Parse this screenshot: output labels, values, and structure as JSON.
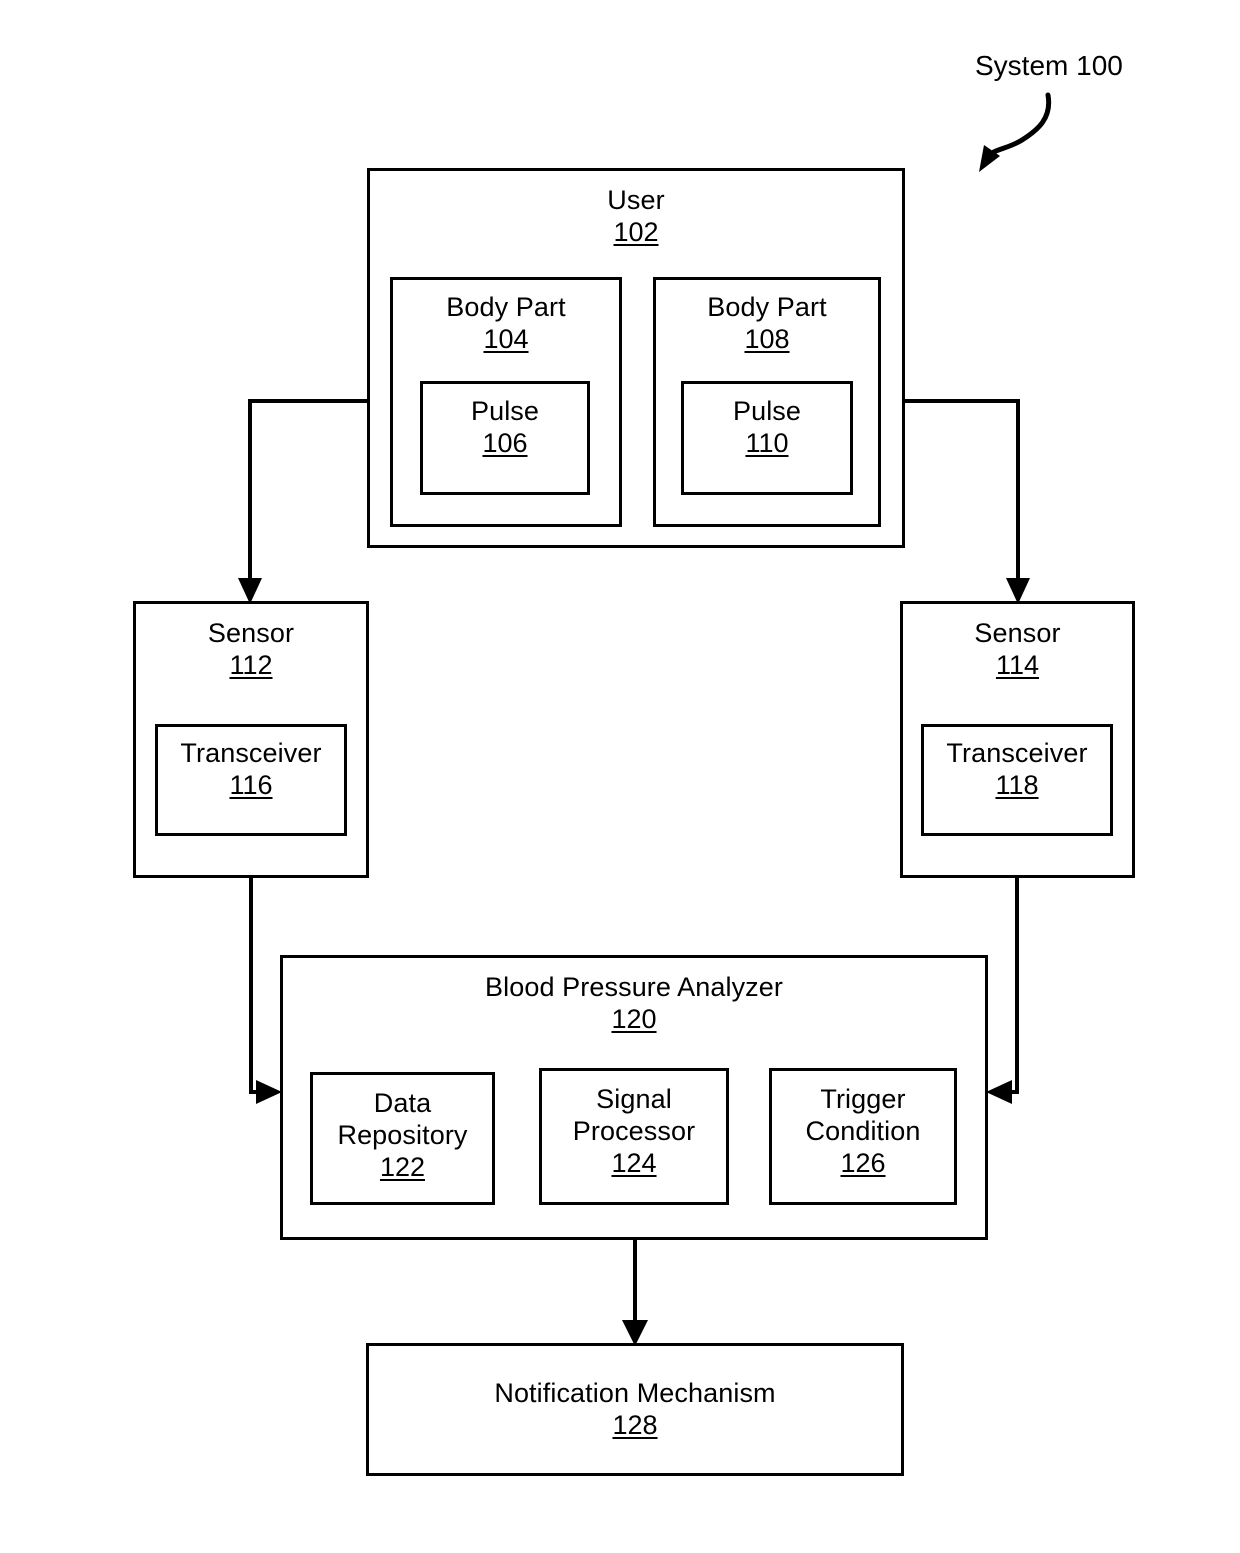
{
  "diagram": {
    "callout": {
      "label": "System 100",
      "arrow_icon": "curved-arrow-icon"
    },
    "nodes": {
      "user": {
        "title": "User",
        "number": "102"
      },
      "body_part_left": {
        "title": "Body Part",
        "number": "104"
      },
      "pulse_left": {
        "title": "Pulse",
        "number": "106"
      },
      "body_part_right": {
        "title": "Body Part",
        "number": "108"
      },
      "pulse_right": {
        "title": "Pulse",
        "number": "110"
      },
      "sensor_left": {
        "title": "Sensor",
        "number": "112"
      },
      "transceiver_left": {
        "title": "Transceiver",
        "number": "116"
      },
      "sensor_right": {
        "title": "Sensor",
        "number": "114"
      },
      "transceiver_right": {
        "title": "Transceiver",
        "number": "118"
      },
      "analyzer": {
        "title": "Blood Pressure Analyzer",
        "number": "120"
      },
      "data_repository": {
        "title": "Data\nRepository",
        "number": "122"
      },
      "signal_processor": {
        "title": "Signal\nProcessor",
        "number": "124"
      },
      "trigger_condition": {
        "title": "Trigger\nCondition",
        "number": "126"
      },
      "notification": {
        "title": "Notification Mechanism",
        "number": "128"
      }
    },
    "connectors": [
      {
        "name": "pulse-106-to-sensor-112",
        "from": "pulse_left",
        "to": "sensor_left",
        "style": "orthogonal-arrow"
      },
      {
        "name": "pulse-110-to-sensor-114",
        "from": "pulse_right",
        "to": "sensor_right",
        "style": "orthogonal-arrow"
      },
      {
        "name": "sensor-112-to-analyzer-120",
        "from": "sensor_left",
        "to": "analyzer",
        "style": "orthogonal-arrow"
      },
      {
        "name": "sensor-114-to-analyzer-120",
        "from": "sensor_right",
        "to": "analyzer",
        "style": "orthogonal-arrow"
      },
      {
        "name": "analyzer-120-to-notification-128",
        "from": "analyzer",
        "to": "notification",
        "style": "straight-arrow"
      }
    ],
    "colors": {
      "stroke": "#000000",
      "background": "#ffffff",
      "text": "#000000"
    }
  }
}
